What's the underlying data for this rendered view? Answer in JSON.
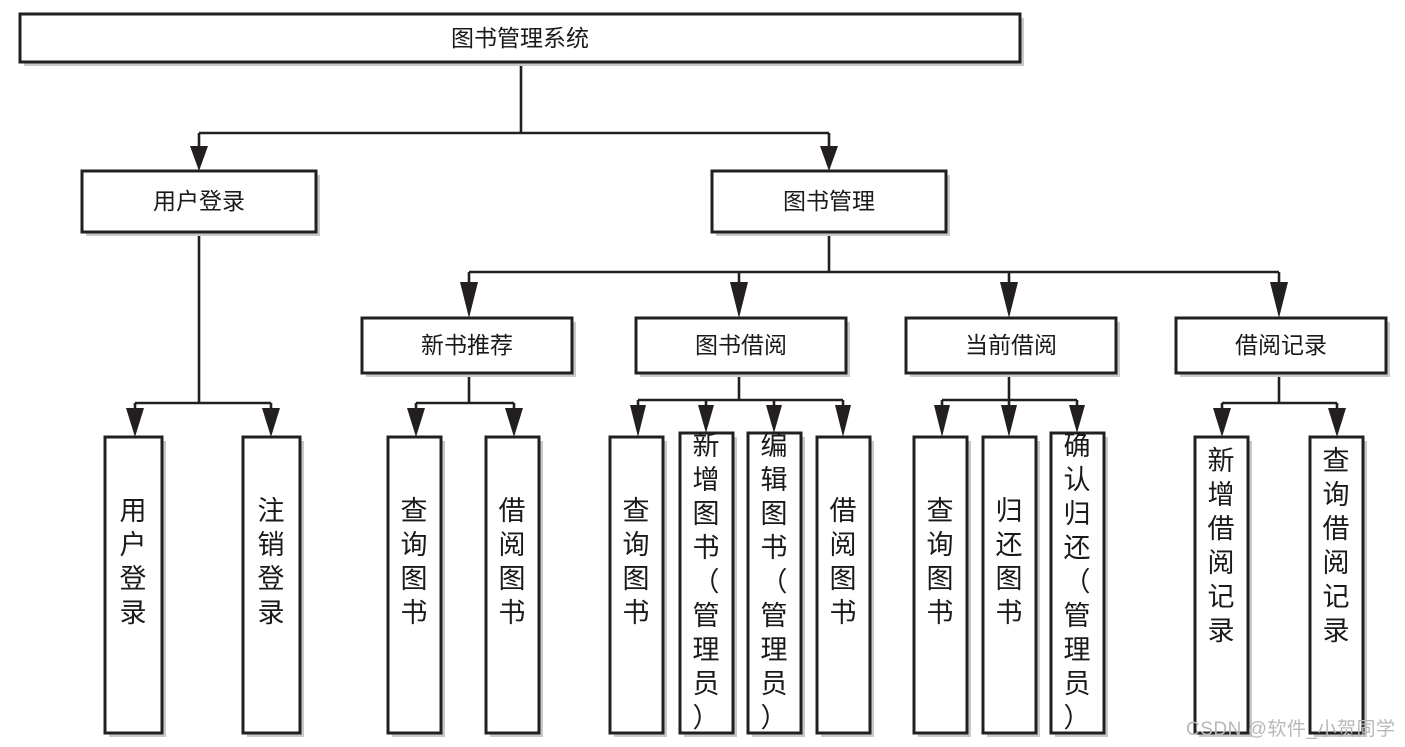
{
  "diagram": {
    "title": "图书管理系统",
    "type": "tree-hierarchy-chart",
    "root": {
      "id": "root",
      "label": "图书管理系统"
    },
    "level2": [
      {
        "id": "user-login",
        "label": "用户登录"
      },
      {
        "id": "book-management",
        "label": "图书管理"
      }
    ],
    "level3": [
      {
        "id": "new-book-recommend",
        "label": "新书推荐",
        "parent": "book-management"
      },
      {
        "id": "book-borrow",
        "label": "图书借阅",
        "parent": "book-management"
      },
      {
        "id": "current-borrow",
        "label": "当前借阅",
        "parent": "book-management"
      },
      {
        "id": "borrow-record",
        "label": "借阅记录",
        "parent": "book-management"
      }
    ],
    "leaves": [
      {
        "id": "leaf-user-login",
        "label": "用户登录",
        "parent": "user-login"
      },
      {
        "id": "leaf-logout",
        "label": "注销登录",
        "parent": "user-login"
      },
      {
        "id": "leaf-query-book-1",
        "label": "查询图书",
        "parent": "new-book-recommend"
      },
      {
        "id": "leaf-borrow-book-1",
        "label": "借阅图书",
        "parent": "new-book-recommend"
      },
      {
        "id": "leaf-query-book-2",
        "label": "查询图书",
        "parent": "book-borrow"
      },
      {
        "id": "leaf-add-book",
        "label": "新增图书（管理员）",
        "parent": "book-borrow"
      },
      {
        "id": "leaf-edit-book",
        "label": "编辑图书（管理员）",
        "parent": "book-borrow"
      },
      {
        "id": "leaf-borrow-book-2",
        "label": "借阅图书",
        "parent": "book-borrow"
      },
      {
        "id": "leaf-query-book-3",
        "label": "查询图书",
        "parent": "current-borrow"
      },
      {
        "id": "leaf-return-book",
        "label": "归还图书",
        "parent": "current-borrow"
      },
      {
        "id": "leaf-confirm-return",
        "label": "确认归还（管理员）",
        "parent": "current-borrow"
      },
      {
        "id": "leaf-add-record",
        "label": "新增借阅记录",
        "parent": "borrow-record"
      },
      {
        "id": "leaf-query-record",
        "label": "查询借阅记录",
        "parent": "borrow-record"
      }
    ],
    "watermark": "CSDN @软件_小贺同学",
    "colors": {
      "stroke": "#231f20",
      "fill": "#ffffff",
      "shadow": "#c9c9c9",
      "text": "#1a1a1a",
      "watermark": "#b8b8b8"
    }
  }
}
